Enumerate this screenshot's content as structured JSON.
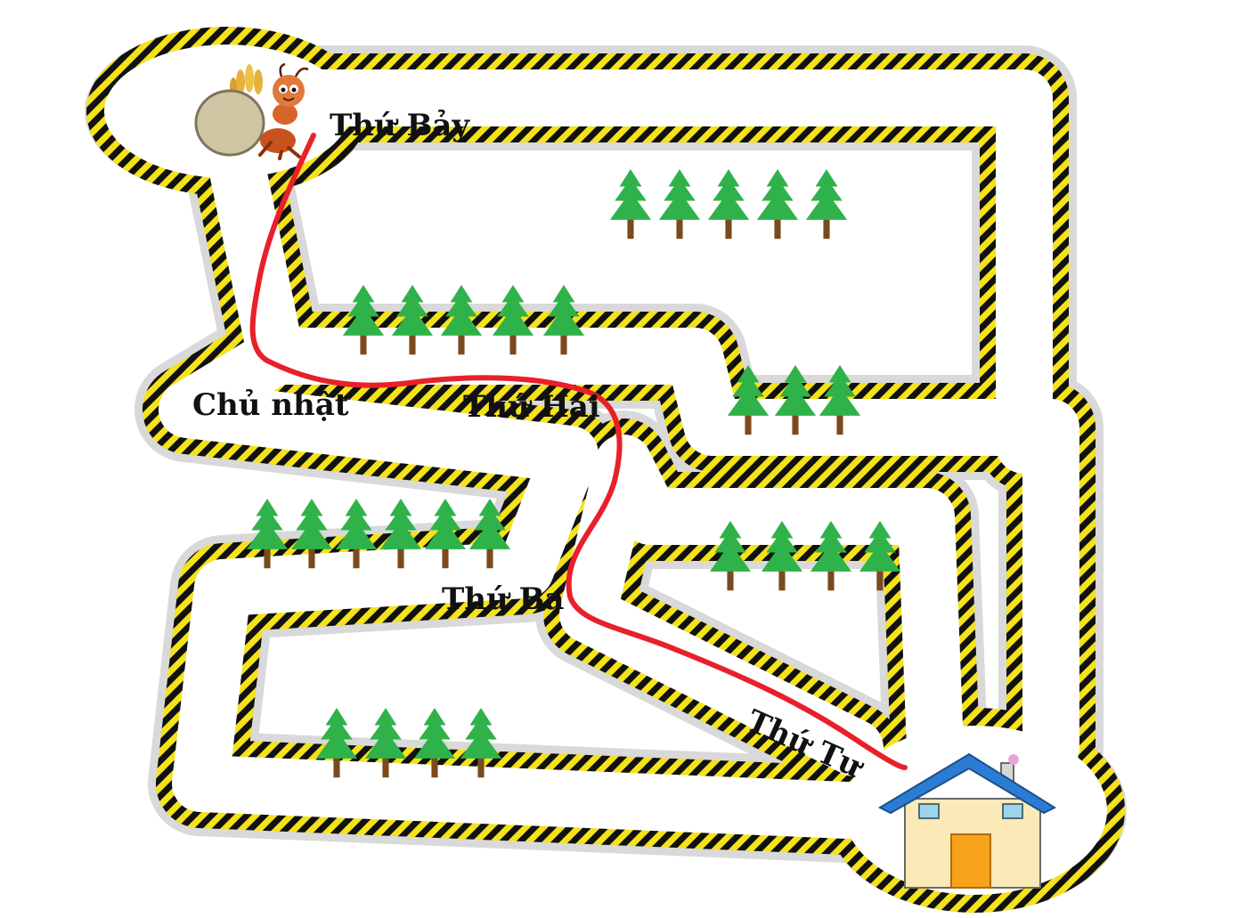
{
  "maze": {
    "start_label": "Thứ Bảy",
    "labels": {
      "sunday": "Chủ nhật",
      "monday": "Thứ Hai",
      "tuesday": "Thứ Ba",
      "wednesday": "Thứ Tư"
    },
    "characters": {
      "start": "ant-carrying-wheat-sack",
      "goal": "house"
    },
    "decorations": {
      "tree_rows": [
        5,
        5,
        3,
        6,
        4,
        4
      ]
    }
  },
  "colors": {
    "path_red": "#e8202a",
    "hazard_yellow": "#f4e21a",
    "hazard_black": "#111111",
    "road_shadow": "#d9d9d9",
    "tree_green": "#2fb24a",
    "trunk_brown": "#7a4a1e",
    "house_roof": "#2b7cd3",
    "house_wall": "#fbe9b7",
    "house_door": "#f7a21b"
  }
}
